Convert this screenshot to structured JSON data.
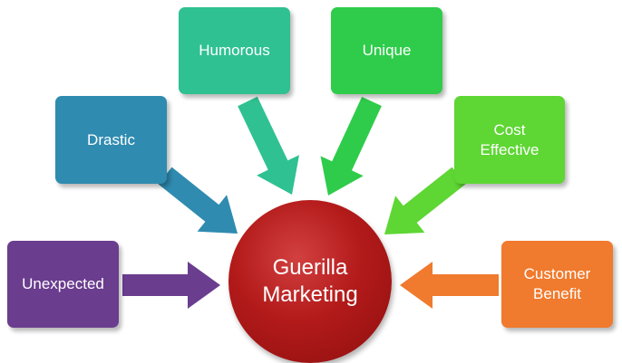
{
  "diagram": {
    "center": {
      "label": "Guerilla\nMarketing",
      "color": "#b01c1c"
    },
    "nodes": [
      {
        "id": "unexpected",
        "label": "Unexpected",
        "color": "#6a3d8f"
      },
      {
        "id": "drastic",
        "label": "Drastic",
        "color": "#2f8bb0"
      },
      {
        "id": "humorous",
        "label": "Humorous",
        "color": "#2fc191"
      },
      {
        "id": "unique",
        "label": "Unique",
        "color": "#2ecc4a"
      },
      {
        "id": "cost-effective",
        "label": "Cost\nEffective",
        "color": "#5ed634"
      },
      {
        "id": "customer-benefit",
        "label": "Customer\nBenefit",
        "color": "#f07a2d"
      }
    ]
  }
}
